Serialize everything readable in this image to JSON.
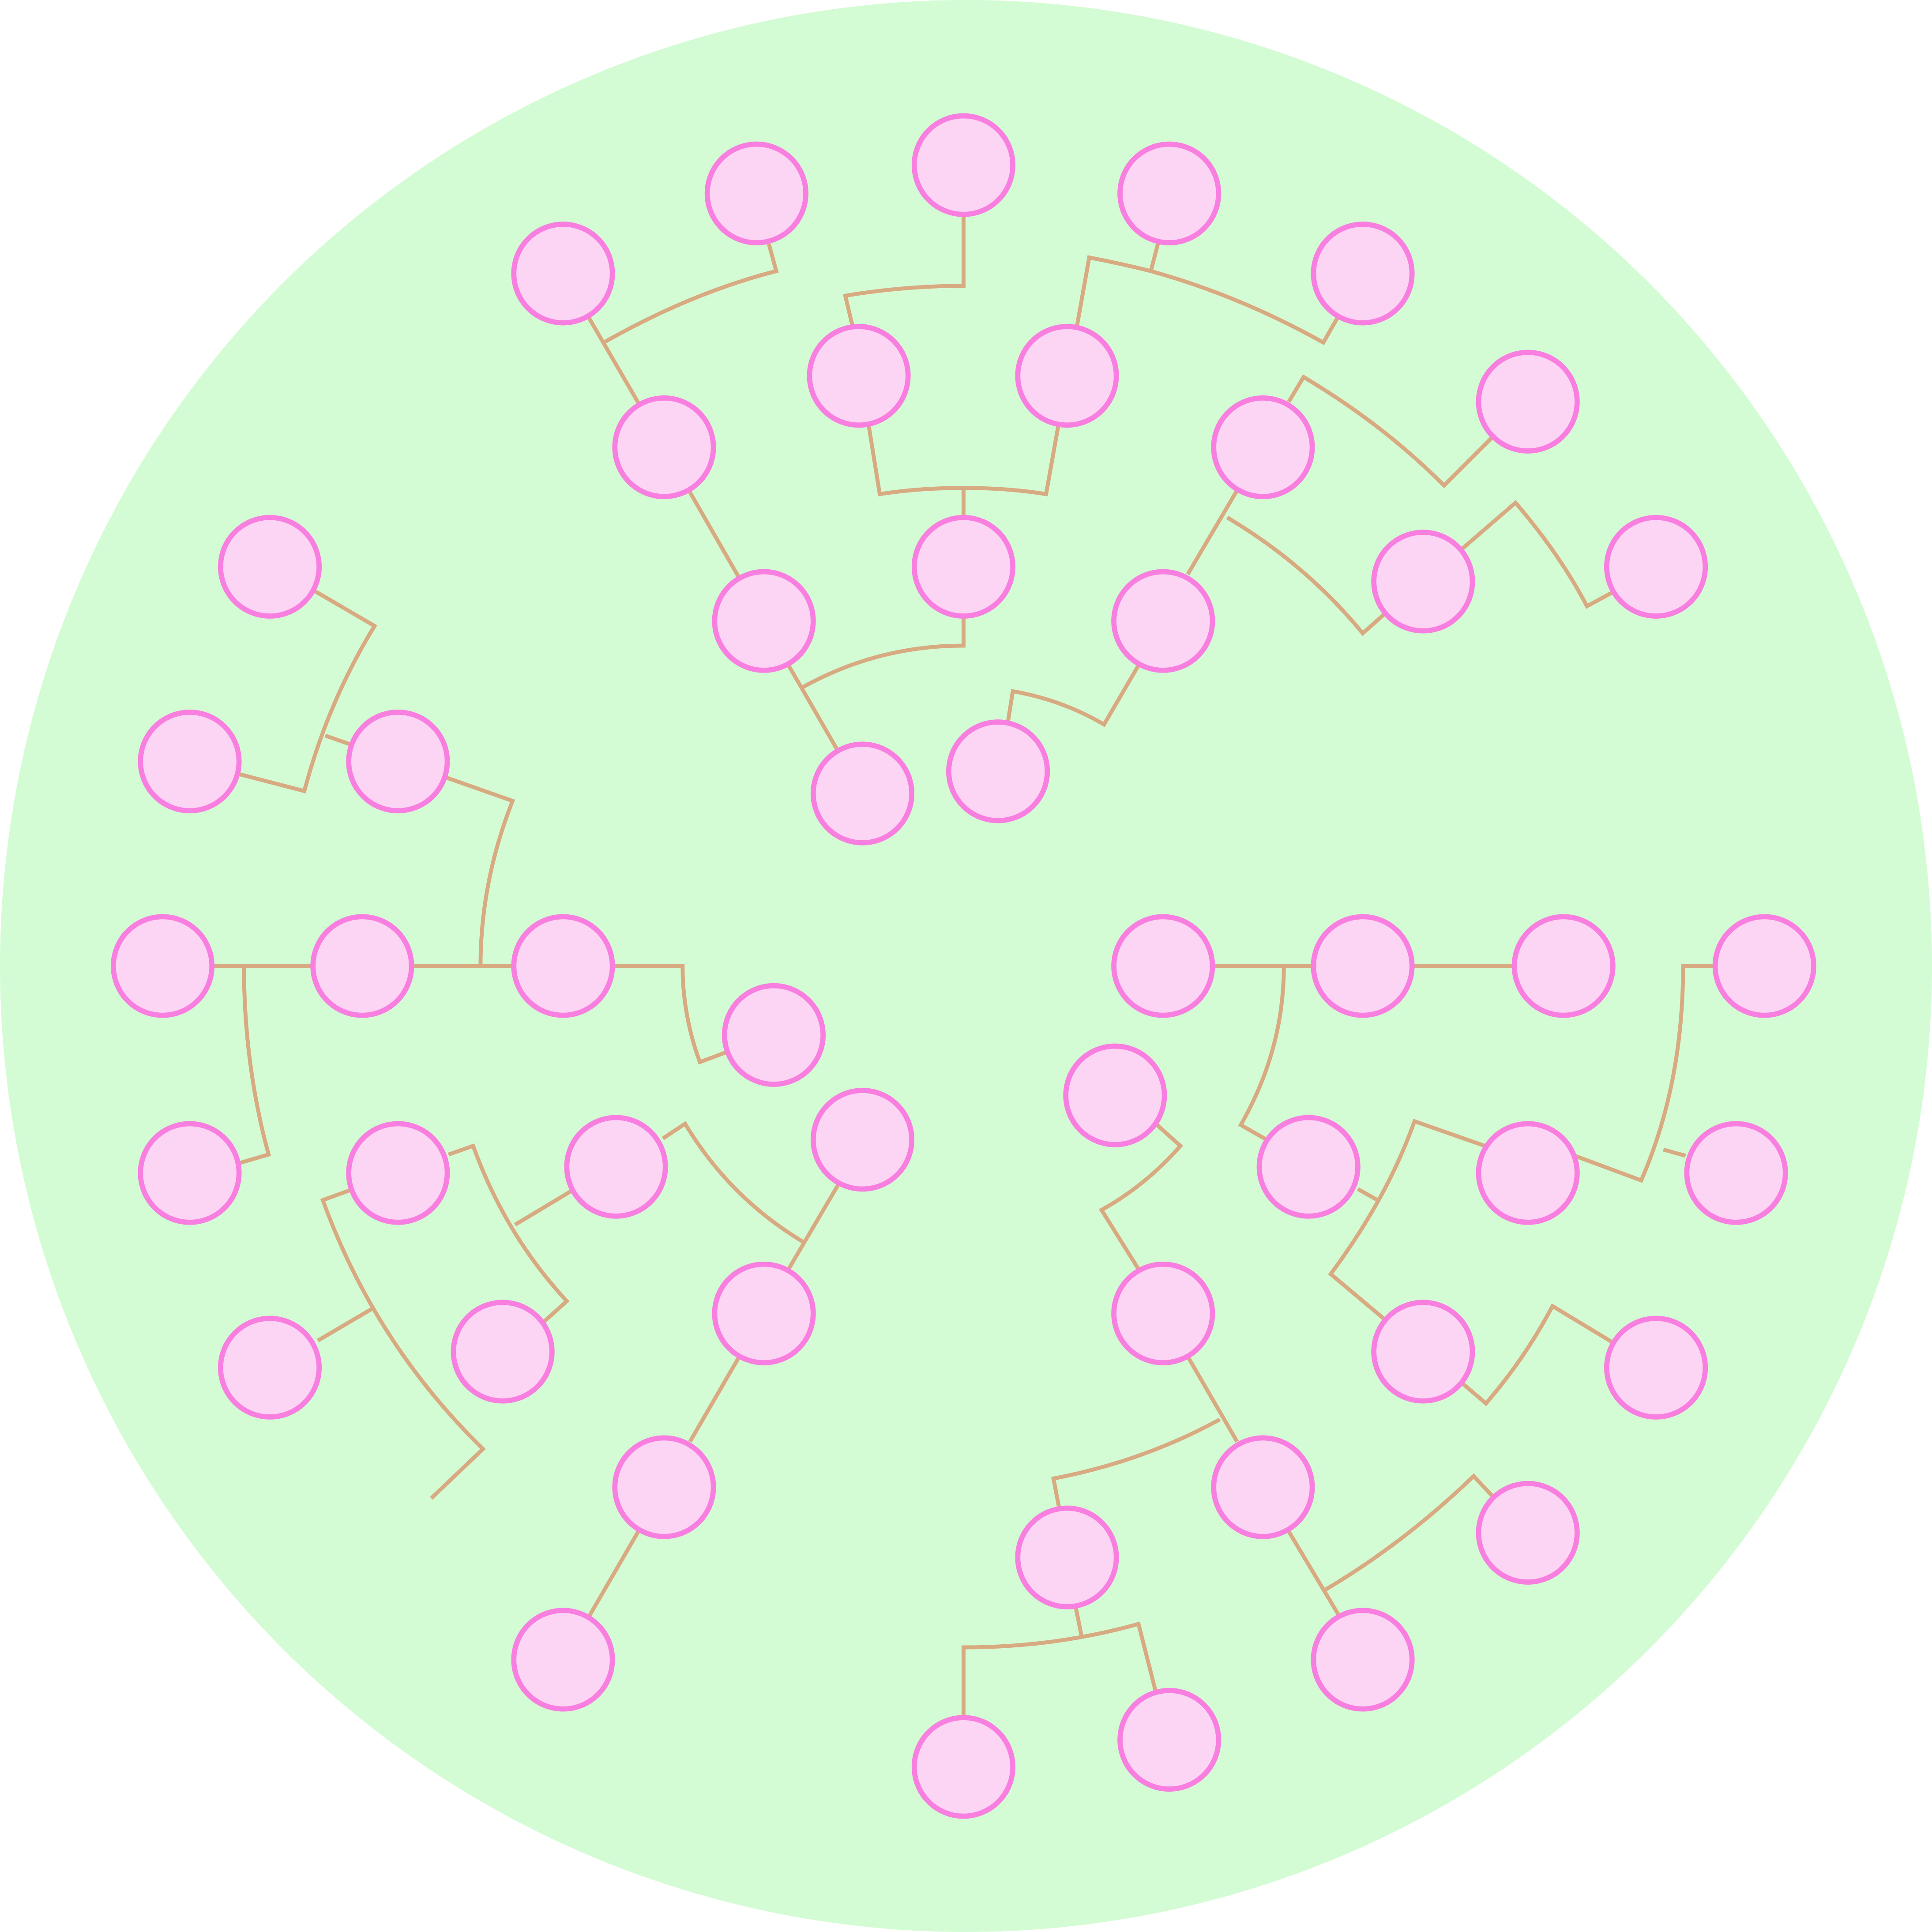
{
  "diagram": {
    "type": "radial-tree",
    "colors": {
      "background": "#d4fcd4",
      "node_fill": "#fcd4f4",
      "node_stroke": "#f87ee0",
      "edge": "#d8aa82"
    },
    "nodes": [
      {
        "id": "c1"
      },
      {
        "id": "c2"
      },
      {
        "id": "c3"
      },
      {
        "id": "c4"
      },
      {
        "id": "c5"
      },
      {
        "id": "c6"
      },
      {
        "id": "n1"
      },
      {
        "id": "n2"
      },
      {
        "id": "n3"
      },
      {
        "id": "n4"
      },
      {
        "id": "n5"
      },
      {
        "id": "n6"
      },
      {
        "id": "n7"
      },
      {
        "id": "n8"
      },
      {
        "id": "n9"
      },
      {
        "id": "n10"
      },
      {
        "id": "n11"
      },
      {
        "id": "n12"
      },
      {
        "id": "n13"
      },
      {
        "id": "n14"
      },
      {
        "id": "n15"
      },
      {
        "id": "n16"
      },
      {
        "id": "n17"
      },
      {
        "id": "n18"
      },
      {
        "id": "n19"
      },
      {
        "id": "n20"
      },
      {
        "id": "n21"
      },
      {
        "id": "n22"
      },
      {
        "id": "n23"
      },
      {
        "id": "n24"
      },
      {
        "id": "n25"
      },
      {
        "id": "n26"
      },
      {
        "id": "n27"
      },
      {
        "id": "n28"
      },
      {
        "id": "n29"
      },
      {
        "id": "n30"
      },
      {
        "id": "n31"
      },
      {
        "id": "n32"
      },
      {
        "id": "n33"
      },
      {
        "id": "n34"
      },
      {
        "id": "n35"
      },
      {
        "id": "n36"
      },
      {
        "id": "n37"
      },
      {
        "id": "n38"
      },
      {
        "id": "n39"
      },
      {
        "id": "n40"
      },
      {
        "id": "n41"
      },
      {
        "id": "n42"
      },
      {
        "id": "n43"
      },
      {
        "id": "n44"
      },
      {
        "id": "n45"
      },
      {
        "id": "n46"
      }
    ],
    "edges": [
      [
        "c1",
        "n1"
      ],
      [
        "c1",
        "n2"
      ],
      [
        "c1",
        "n3"
      ],
      [
        "c1",
        "n4"
      ],
      [
        "n4",
        "n5"
      ],
      [
        "n4",
        "n6"
      ],
      [
        "n6",
        "n7"
      ],
      [
        "n6",
        "n8"
      ],
      [
        "n8",
        "n9"
      ],
      [
        "n8",
        "n10"
      ],
      [
        "n6",
        "n11"
      ],
      [
        "c2",
        "n12"
      ],
      [
        "c2",
        "n13"
      ],
      [
        "n13",
        "n14"
      ],
      [
        "n13",
        "n15"
      ],
      [
        "n15",
        "n16"
      ],
      [
        "n15",
        "n17"
      ],
      [
        "c3",
        "n18"
      ],
      [
        "c3",
        "n19"
      ],
      [
        "n19",
        "n20"
      ],
      [
        "n20",
        "n21"
      ],
      [
        "n20",
        "n22"
      ],
      [
        "n22",
        "n23"
      ],
      [
        "c4",
        "n24"
      ],
      [
        "c4",
        "n25"
      ],
      [
        "n25",
        "n26"
      ],
      [
        "n25",
        "n27"
      ],
      [
        "n27",
        "n28"
      ],
      [
        "n27",
        "n29"
      ],
      [
        "c4",
        "n30"
      ],
      [
        "n30",
        "n31"
      ],
      [
        "n30",
        "n32"
      ],
      [
        "n32",
        "n33"
      ],
      [
        "n32",
        "n34"
      ],
      [
        "c5",
        "n35"
      ],
      [
        "c5",
        "n36"
      ],
      [
        "n36",
        "n37"
      ],
      [
        "n37",
        "n38"
      ],
      [
        "n37",
        "n39"
      ],
      [
        "n39",
        "n40"
      ],
      [
        "n39",
        "n41"
      ],
      [
        "c6",
        "n42"
      ],
      [
        "c6",
        "n43"
      ],
      [
        "n43",
        "n44"
      ],
      [
        "n43",
        "n45"
      ],
      [
        "n45",
        "n46"
      ]
    ]
  }
}
